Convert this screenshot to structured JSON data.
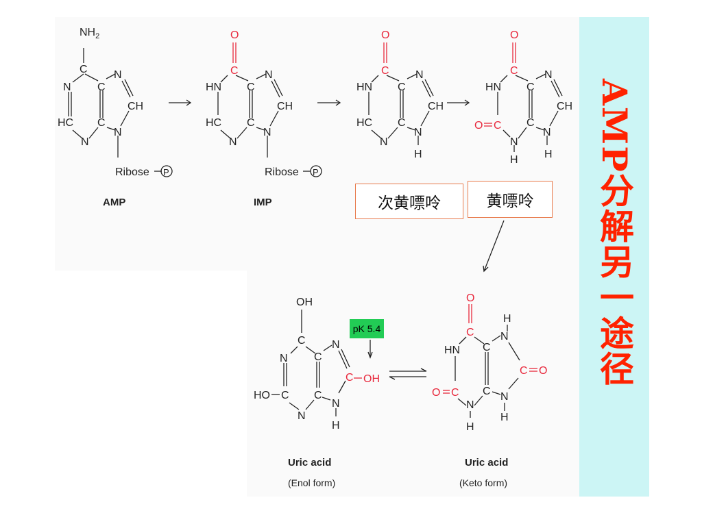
{
  "side_title": "AMP分解另一途径",
  "hypoxanthine_label": "次黄嘌呤",
  "xanthine_label": "黄嘌呤",
  "pk_label": "pK 5.4",
  "amp": {
    "name": "AMP",
    "substituent": "Ribose",
    "phosphate": "P",
    "nh2": "NH"
  },
  "imp": {
    "name": "IMP",
    "substituent": "Ribose",
    "phosphate": "P"
  },
  "uric_enol": {
    "name": "Uric acid",
    "form": "(Enol form)"
  },
  "uric_keto": {
    "name": "Uric acid",
    "form": "(Keto form)"
  },
  "atoms": {
    "N": "N",
    "C": "C",
    "O": "O",
    "H": "H",
    "HN": "HN",
    "HC": "HC",
    "CH": "CH",
    "OH": "OH",
    "HO": "HO",
    "two": "2"
  },
  "colors": {
    "heteroatom_red": "#e8283c",
    "title_red": "#ff2200",
    "panel_bg": "#ccf5f5",
    "pk_green": "#22cc55",
    "box_border": "#e8794a"
  }
}
